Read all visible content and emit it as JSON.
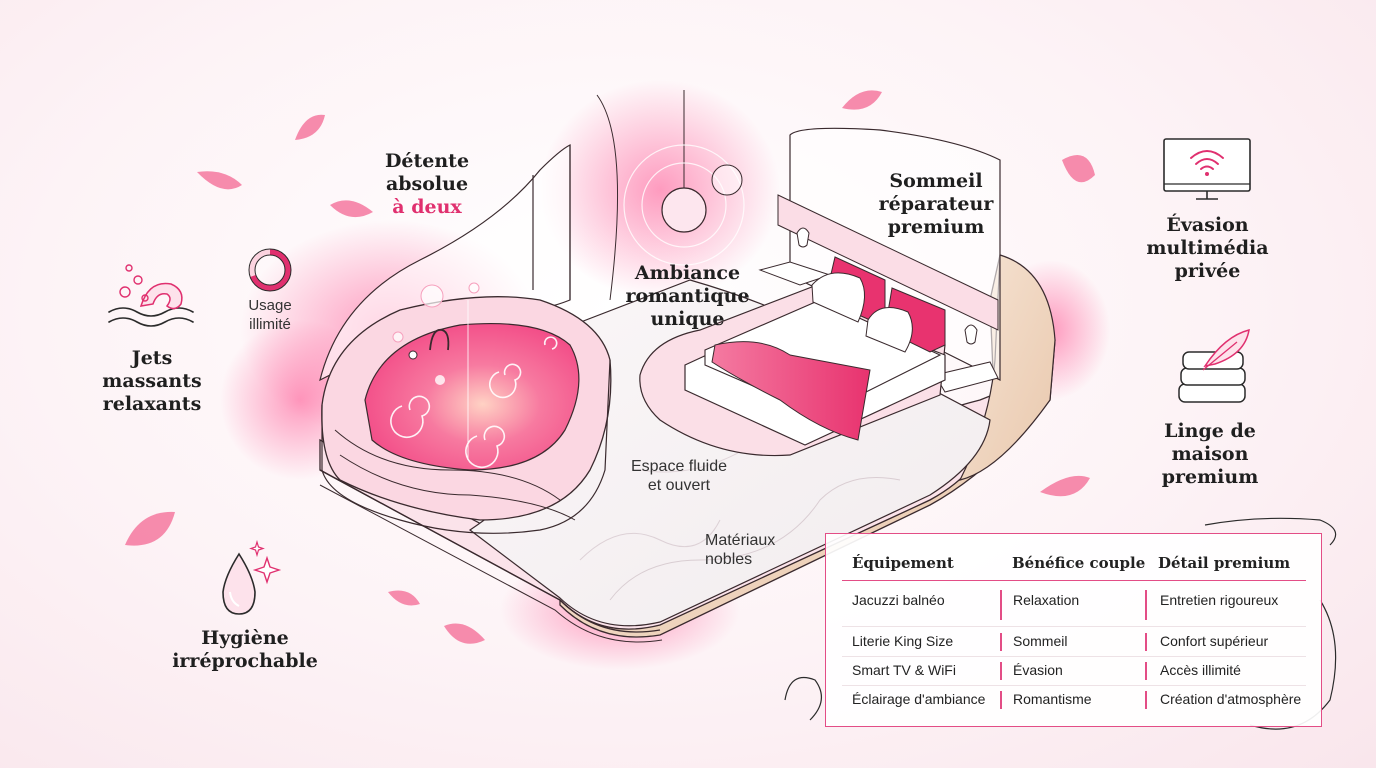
{
  "labels": {
    "detente": {
      "line1": "Détente",
      "line2": "absolue",
      "line3": "à deux"
    },
    "ambiance": {
      "line1": "Ambiance",
      "line2": "romantique",
      "line3": "unique"
    },
    "sommeil": {
      "line1": "Sommeil",
      "line2": "réparateur",
      "line3": "premium"
    },
    "evasion": {
      "line1": "Évasion",
      "line2": "multimédia",
      "line3": "privée"
    },
    "linge": {
      "line1": "Linge de maison",
      "line2": "premium"
    },
    "jets": {
      "line1": "Jets",
      "line2": "massants",
      "line3": "relaxants"
    },
    "hygiene": {
      "line1": "Hygiène",
      "line2": "irréprochable"
    },
    "usage": {
      "line1": "Usage",
      "line2": "illimité"
    },
    "espace": {
      "line1": "Espace fluide",
      "line2": "et ouvert"
    },
    "materiaux": {
      "line1": "Matériaux",
      "line2": "nobles"
    }
  },
  "icons": [
    "tv-wifi-icon",
    "folded-linen-feather-icon",
    "water-jets-icon",
    "water-drop-sparkle-icon",
    "usage-gauge-icon"
  ],
  "colors": {
    "accent": "#e0306f",
    "pink": "#f58fb0",
    "light_pink": "#fbd3df",
    "wood": "#f1d8c3"
  },
  "table": {
    "headers": [
      "Équipement",
      "Bénéfice couple",
      "Détail premium"
    ],
    "rows": [
      [
        "Jacuzzi balnéo",
        "Relaxation",
        "Entretien rigoureux"
      ],
      [
        "Literie King Size",
        "Sommeil",
        "Confort supérieur"
      ],
      [
        "Smart TV & WiFi",
        "Évasion",
        "Accès illimité"
      ],
      [
        "Éclairage d'ambiance",
        "Romantisme",
        "Création d'atmosphère"
      ]
    ]
  }
}
